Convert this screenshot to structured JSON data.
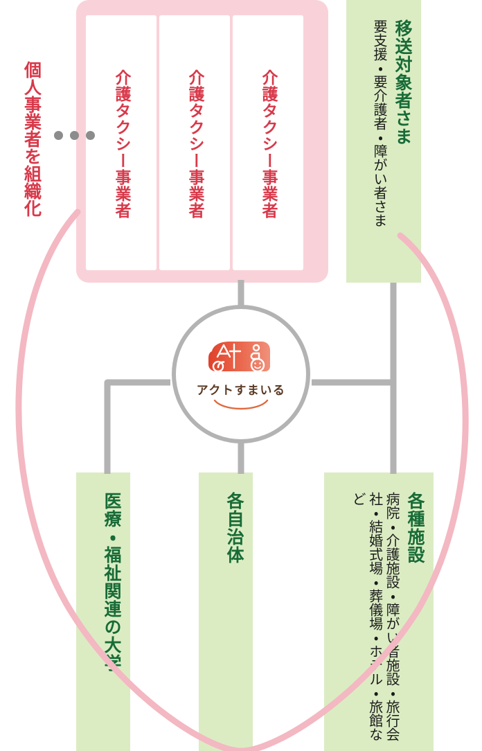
{
  "diagram": {
    "organise_label": "個人事業者を組織化",
    "ellipsis": "…",
    "center": {
      "logo_name": "アクトすまいる",
      "logo_icon": "care-taxi-van-icon"
    },
    "operator_boxes": [
      {
        "label": "介護タクシー事業者"
      },
      {
        "label": "介護タクシー事業者"
      },
      {
        "label": "介護タクシー事業者"
      }
    ],
    "partners": [
      {
        "id": "target",
        "heading": "移送対象者さま",
        "sub": "要支援・要介護者・障がい者さま"
      },
      {
        "id": "university",
        "heading": "医療・福祉関連の大学",
        "sub": ""
      },
      {
        "id": "municipality",
        "heading": "各自治体",
        "sub": ""
      },
      {
        "id": "facilities",
        "heading": "各種施設",
        "sub": "病院・介護施設・障がい者施設・旅行会社・結婚式場・葬儀場・ホテル・旅館など"
      }
    ],
    "colors": {
      "pink_frame": "#f9d2d9",
      "pink_arc": "#f3b8c2",
      "red_text": "#d8394a",
      "green_box": "#dbecc3",
      "green_text": "#176b37",
      "gray_line": "#b3b3b3",
      "gray_dot": "#8c8c8c",
      "logo_orange": "#e8654a",
      "logo_brown": "#5a3a24"
    }
  }
}
